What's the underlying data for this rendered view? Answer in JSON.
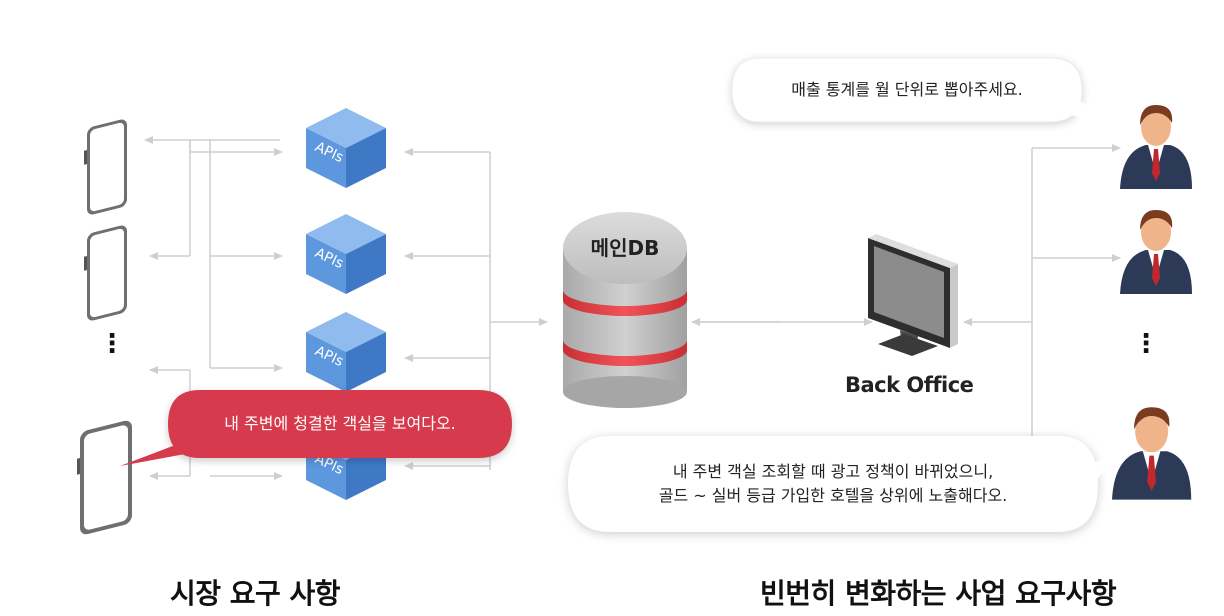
{
  "db_label": "메인DB",
  "backoffice_label": "Back Office",
  "api_label": "APIs",
  "customer_bubble": "내 주변에 청결한 객실을 보여다오.",
  "manager_bubble_top": "매출 통계를 월 단위로 뽑아주세요.",
  "manager_bubble_bottom_line1": "내 주변 객실 조회할 때 광고 정책이 바뀌었으니,",
  "manager_bubble_bottom_line2": "골드 ~ 실버 등급 가입한 호텔을 상위에 노출해다오.",
  "left_title": "시장 요구 사항",
  "right_title": "빈번히 변화하는 사업 요구사항",
  "ellipsis": "⋮",
  "colors": {
    "api_cube": "#4a86d4",
    "db_stripe": "#e04346",
    "bubble_red": "#d63a4c",
    "connector": "#cfcfcf"
  }
}
